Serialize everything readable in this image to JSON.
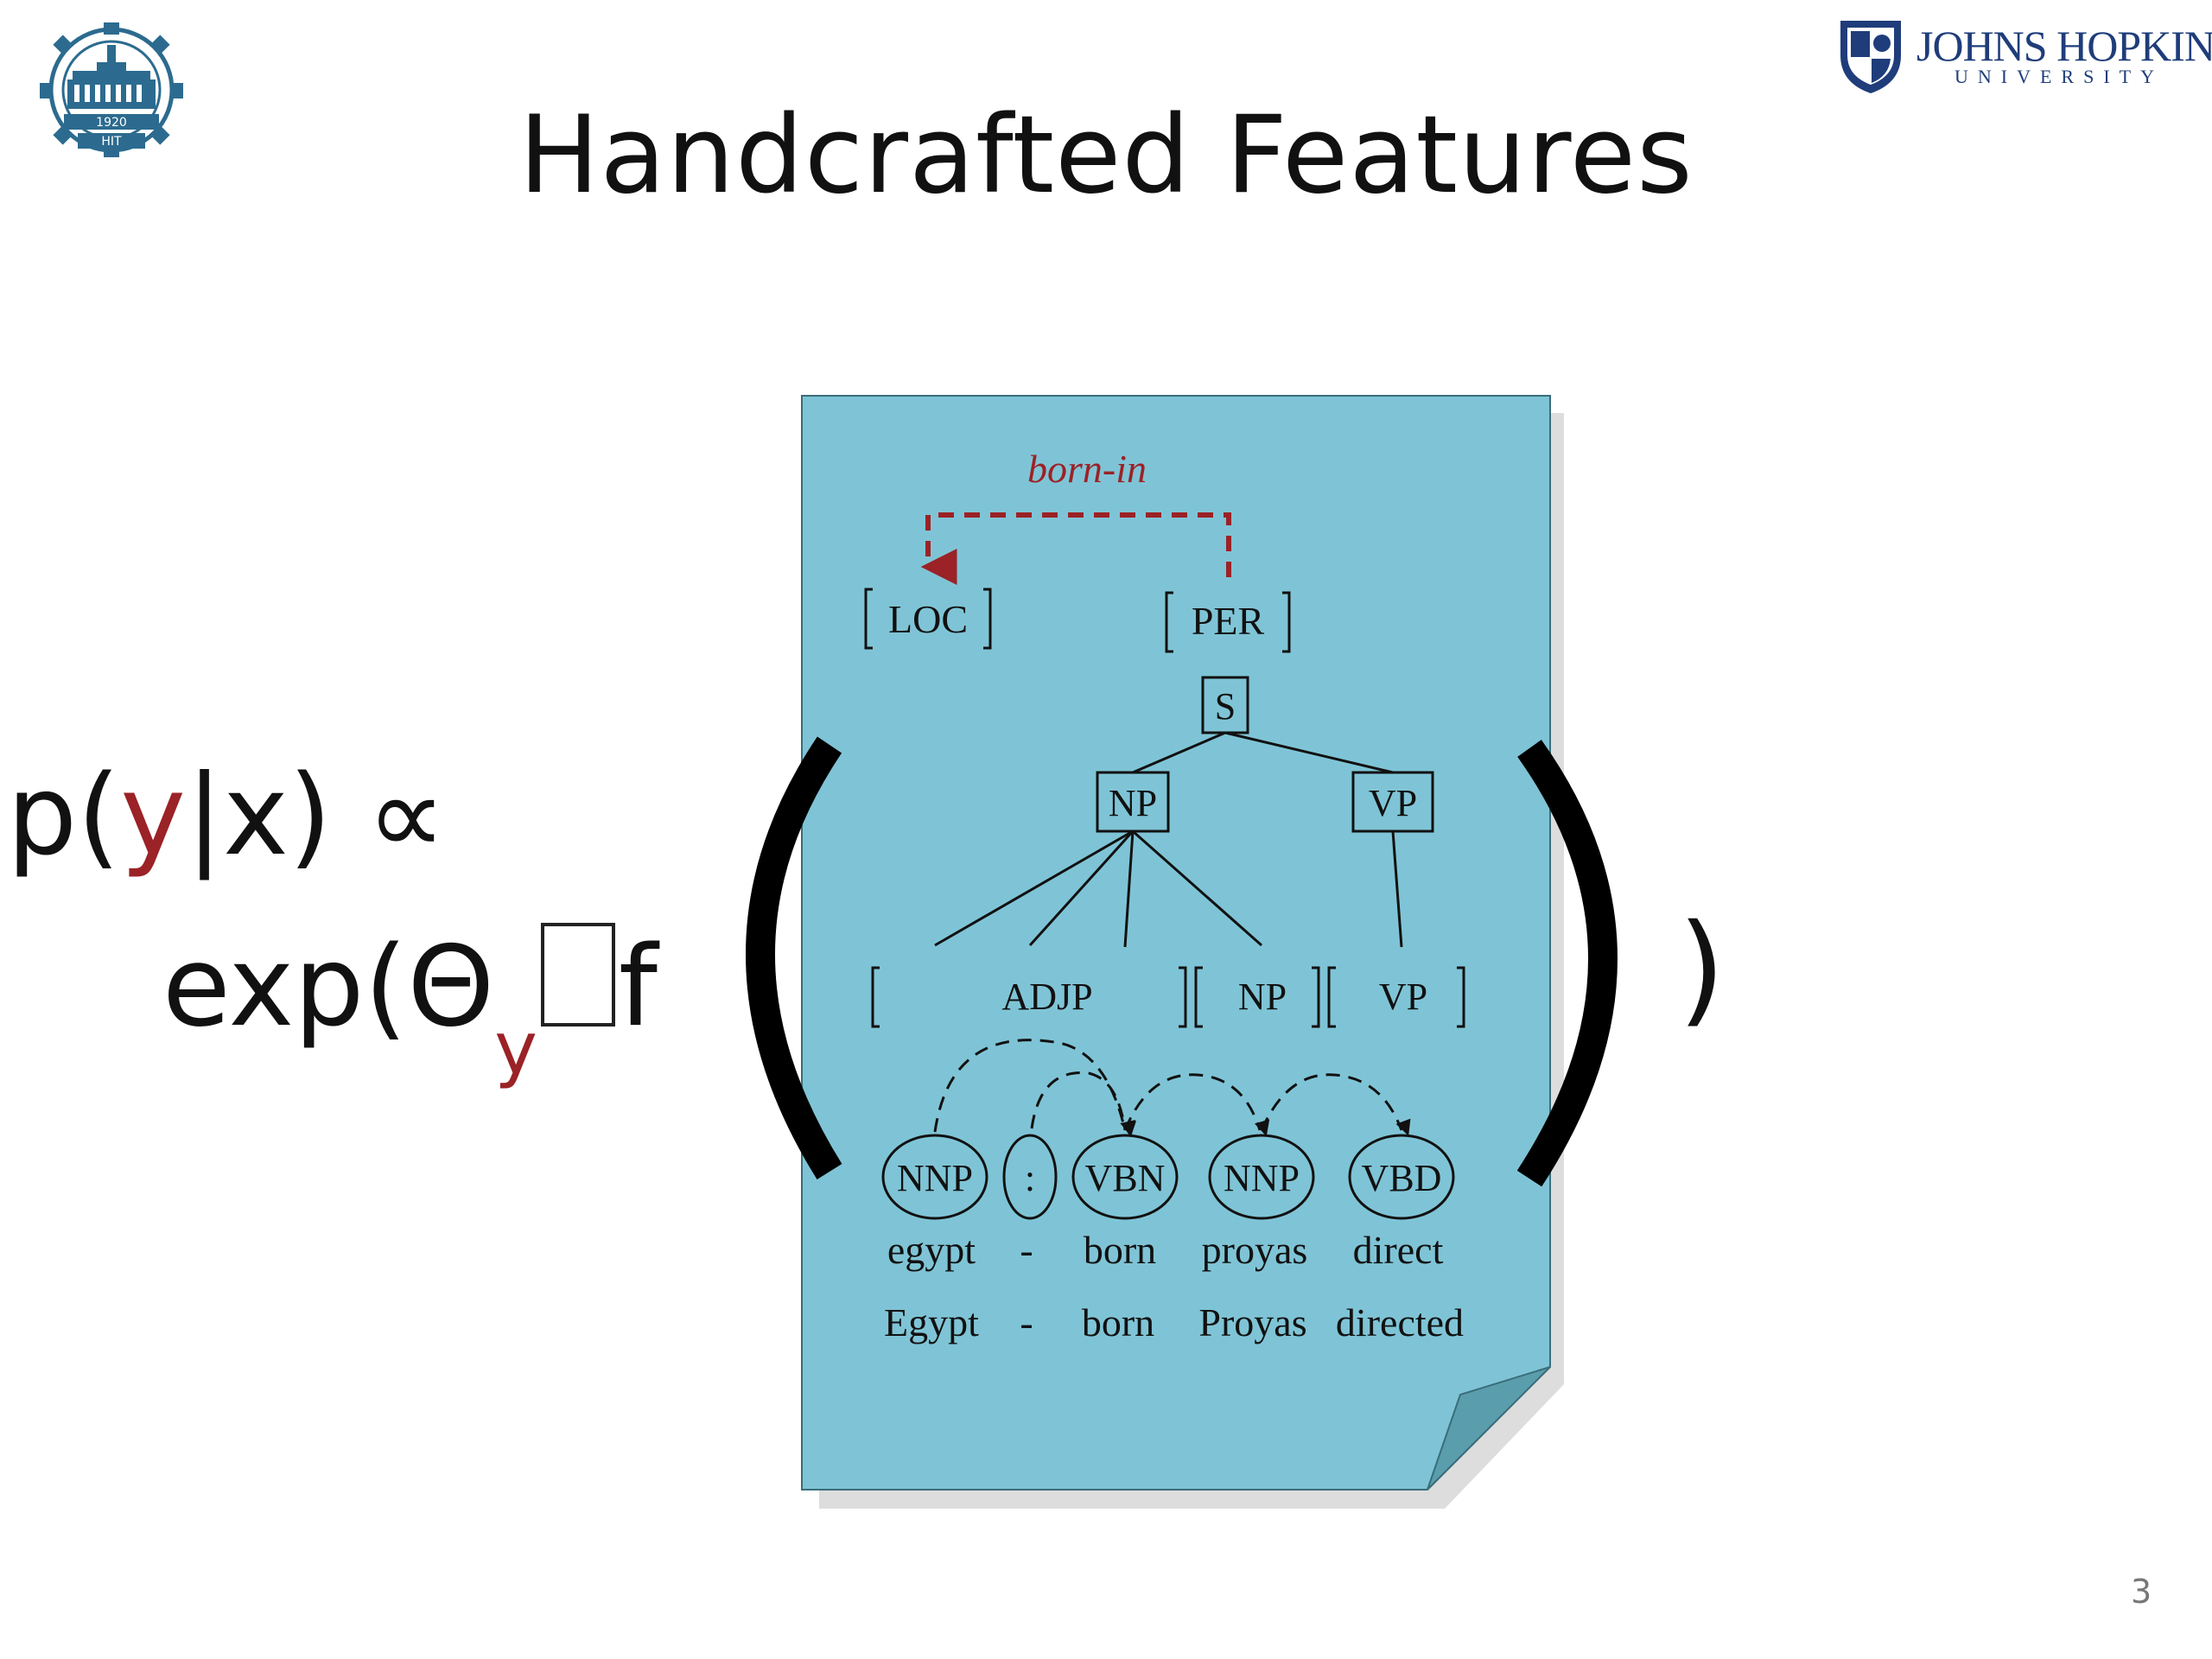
{
  "slide": {
    "title": "Handcrafted Features",
    "page_number": "3"
  },
  "logos": {
    "hit": {
      "year": "1920",
      "abbr": "HIT"
    },
    "jhu": {
      "name": "JOHNS HOPKINS",
      "sub": "UNIVERSITY"
    }
  },
  "formula": {
    "p": "p(",
    "y": "y",
    "bar_x": "|x) ∝",
    "exp": "exp(Θ",
    "sub_y": "y",
    "f": "f",
    "close": ")"
  },
  "diagram": {
    "relation_label": "born-in",
    "entities": [
      "LOC",
      "PER"
    ],
    "tree": {
      "root": "S",
      "level1": [
        "NP",
        "VP"
      ],
      "chunk_labels": [
        "ADJP",
        "NP",
        "VP"
      ]
    },
    "pos_tags": [
      "NNP",
      ":",
      "VBN",
      "NNP",
      "VBD"
    ],
    "lower_words": [
      "egypt",
      "-",
      "born",
      "proyas",
      "direct"
    ],
    "words": [
      "Egypt",
      "-",
      "born",
      "Proyas",
      "directed"
    ]
  },
  "colors": {
    "document": "#7fc4d6",
    "document_fold": "#5a9dad",
    "relation": "#9b2226",
    "formula_red": "#9b2226"
  }
}
